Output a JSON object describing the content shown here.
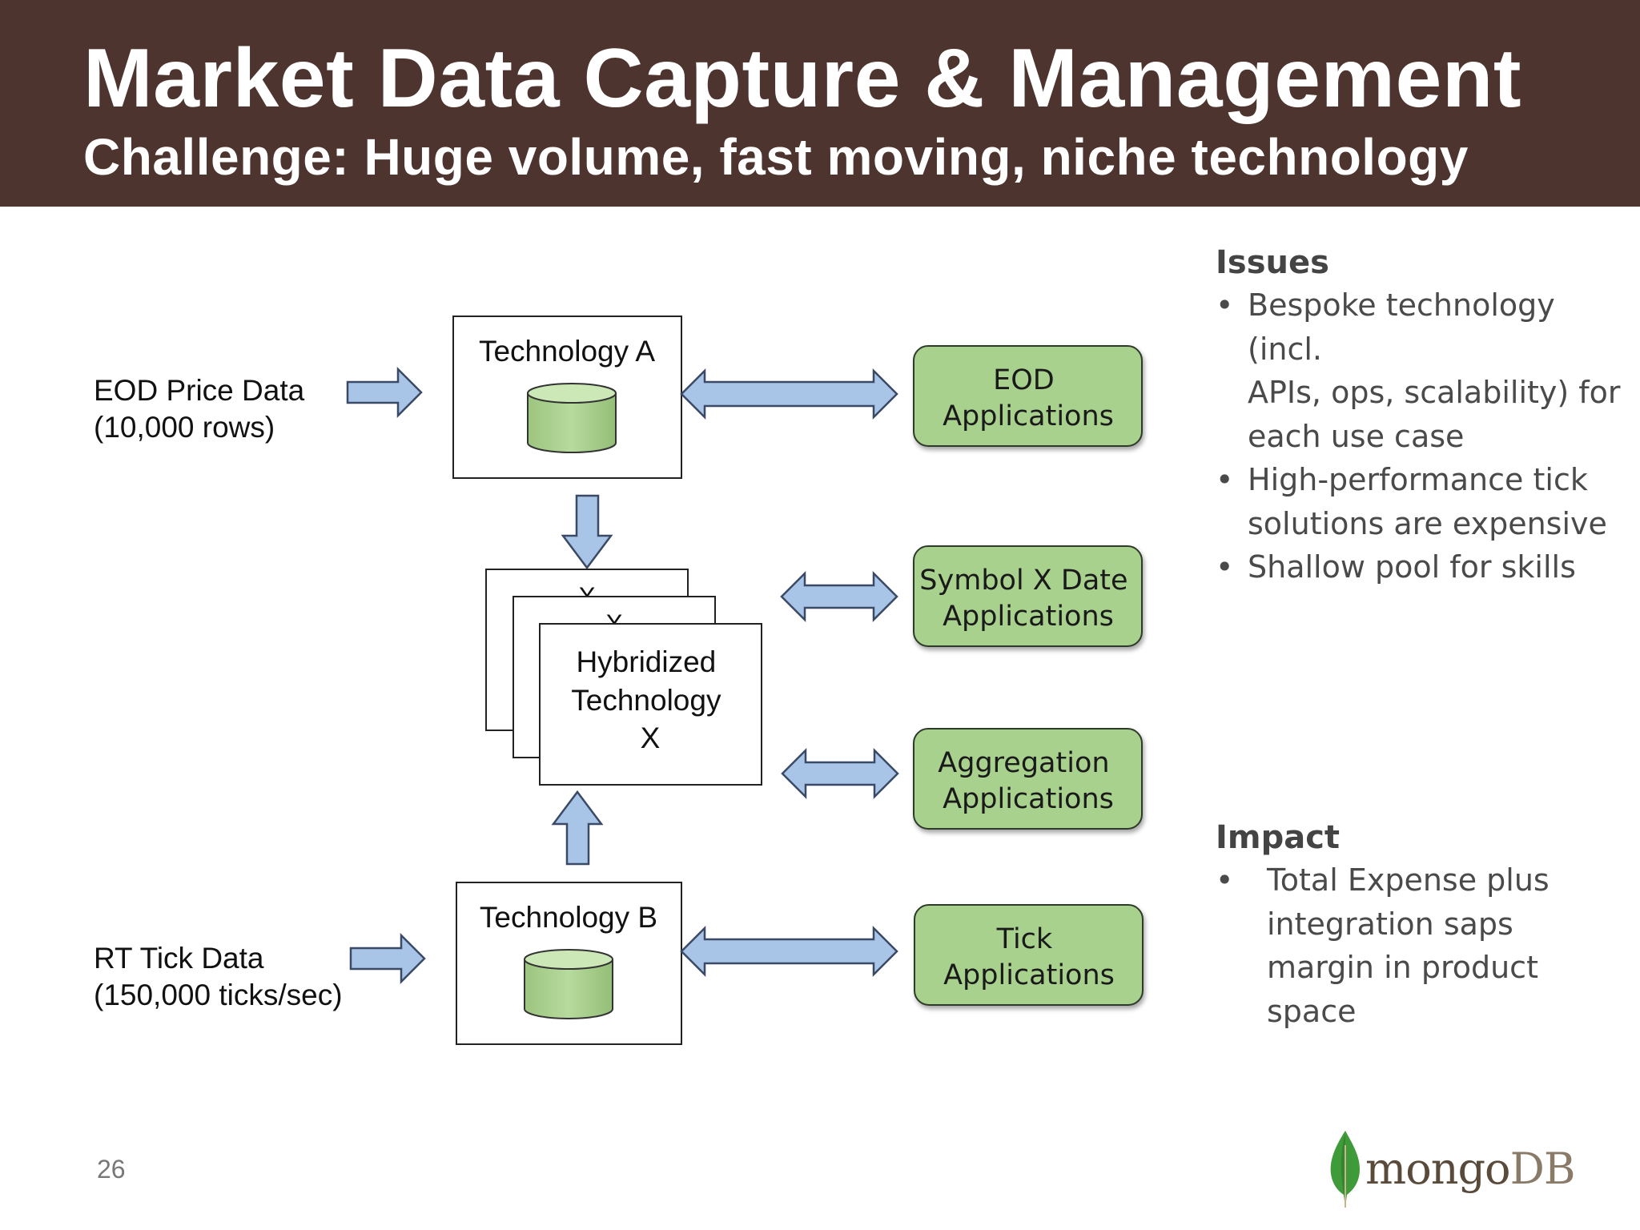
{
  "header": {
    "title": "Market Data Capture & Management",
    "subtitle": "Challenge: Huge volume, fast moving, niche technology"
  },
  "diagram": {
    "sources": {
      "eod": {
        "line1": "EOD Price Data",
        "line2": "(10,000 rows)"
      },
      "tick": {
        "line1": "RT Tick Data",
        "line2": "(150,000 ticks/sec)"
      }
    },
    "tech_a": "Technology A",
    "tech_b": "Technology B",
    "hybrid": {
      "line1": "Hybridized",
      "line2": "Technology",
      "line3": "X",
      "stack_mark": "X"
    },
    "apps": [
      {
        "line1": "EOD",
        "line2": "Applications"
      },
      {
        "line1": "Symbol X Date",
        "line2": "Applications"
      },
      {
        "line1": "Aggregation",
        "line2": "Applications"
      },
      {
        "line1": "Tick",
        "line2": "Applications"
      }
    ],
    "colors": {
      "app_fill": "#a9d18e",
      "arrow_fill": "#a8c4e6",
      "cylinder_fill": "#a9d18e"
    }
  },
  "issues": {
    "heading": "Issues",
    "bullet": "•",
    "items": [
      {
        "line1": "Bespoke technology (incl.",
        "line2": "APIs, ops, scalability) for",
        "line3": "each use case"
      },
      {
        "line1": "High-performance tick",
        "line2": "solutions are expensive"
      },
      {
        "line1": "Shallow pool for skills"
      }
    ]
  },
  "impact": {
    "heading": "Impact",
    "bullet": "•",
    "lines": [
      "Total Expense plus",
      "integration saps",
      "margin in product",
      "space"
    ]
  },
  "footer": {
    "page_number": "26",
    "logo": {
      "name": "mongoDB",
      "part1": "mongo",
      "part2": "DB",
      "icon": "mongodb-leaf-icon"
    }
  }
}
